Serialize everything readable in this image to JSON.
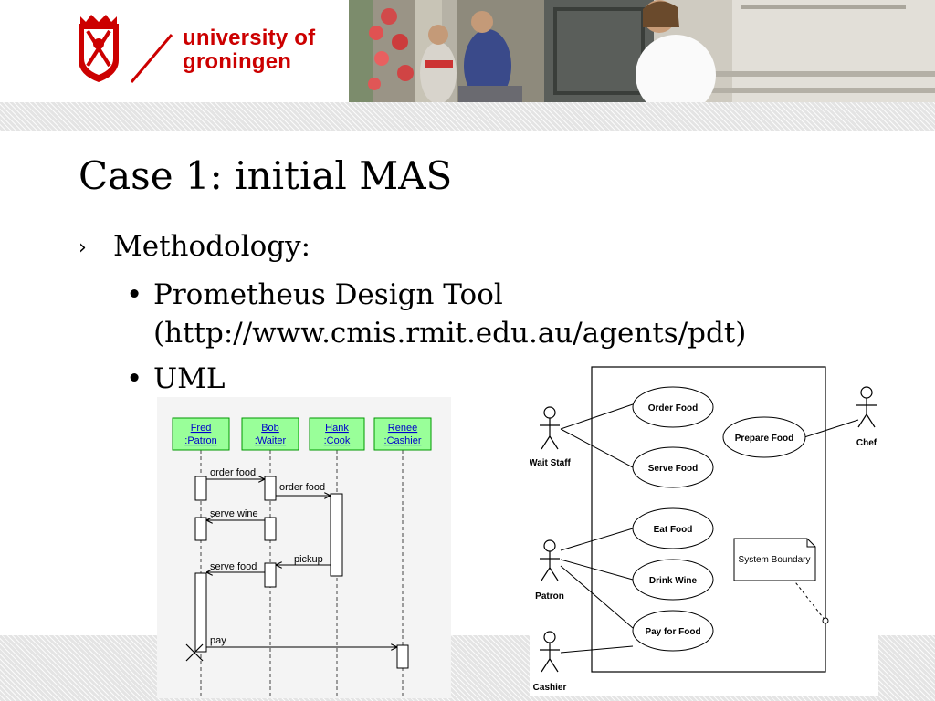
{
  "header": {
    "logo_line1": "university of",
    "logo_line2": "groningen",
    "crest_icon": "groningen-crest-icon",
    "colors": {
      "brand_red": "#cc0000",
      "hatch_gray": "#e4e4e4"
    }
  },
  "slide": {
    "title": "Case 1: initial MAS",
    "bullet_level1": "Methodology:",
    "bullet_level1_marker": "›",
    "bullet_level2_marker": "•",
    "bullets_level2": [
      {
        "line1": "Prometheus Design Tool",
        "line2": "(http://www.cmis.rmit.edu.au/agents/pdt)"
      },
      {
        "line1": "UML"
      }
    ]
  },
  "sequence_diagram": {
    "lifelines": [
      {
        "name": "Fred",
        "role": ":Patron"
      },
      {
        "name": "Bob",
        "role": ":Waiter"
      },
      {
        "name": "Hank",
        "role": ":Cook"
      },
      {
        "name": "Renee",
        "role": ":Cashier"
      }
    ],
    "messages": [
      "order food",
      "order food",
      "serve wine",
      "pickup",
      "serve food",
      "pay"
    ],
    "colors": {
      "header_fill": "#99ff99",
      "header_border": "#009900",
      "header_text": "#0000cc"
    }
  },
  "use_case_diagram": {
    "actors": [
      "Wait Staff",
      "Chef",
      "Patron",
      "Cashier"
    ],
    "use_cases": [
      "Order Food",
      "Prepare Food",
      "Serve Food",
      "Eat Food",
      "Drink Wine",
      "Pay for Food"
    ],
    "note": "System Boundary"
  }
}
